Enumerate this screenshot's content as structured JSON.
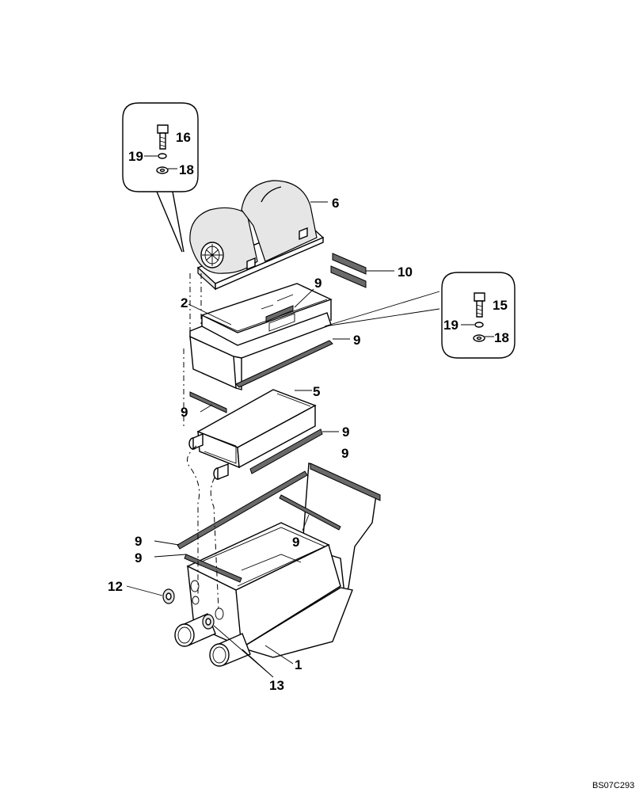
{
  "callouts": {
    "c16": "16",
    "c19a": "19",
    "c18a": "18",
    "c6": "6",
    "c10": "10",
    "c2": "2",
    "c9_top": "9",
    "c9_right_top": "9",
    "c15": "15",
    "c19b": "19",
    "c18b": "18",
    "c5": "5",
    "c9_left": "9",
    "c9_core_right": "9",
    "c9_base_right": "9",
    "c9_base_left_a": "9",
    "c9_base_left_b": "9",
    "c9_base_mid": "9",
    "c12": "12",
    "c1": "1",
    "c13": "13"
  },
  "drawing_reference": "BS07C293"
}
